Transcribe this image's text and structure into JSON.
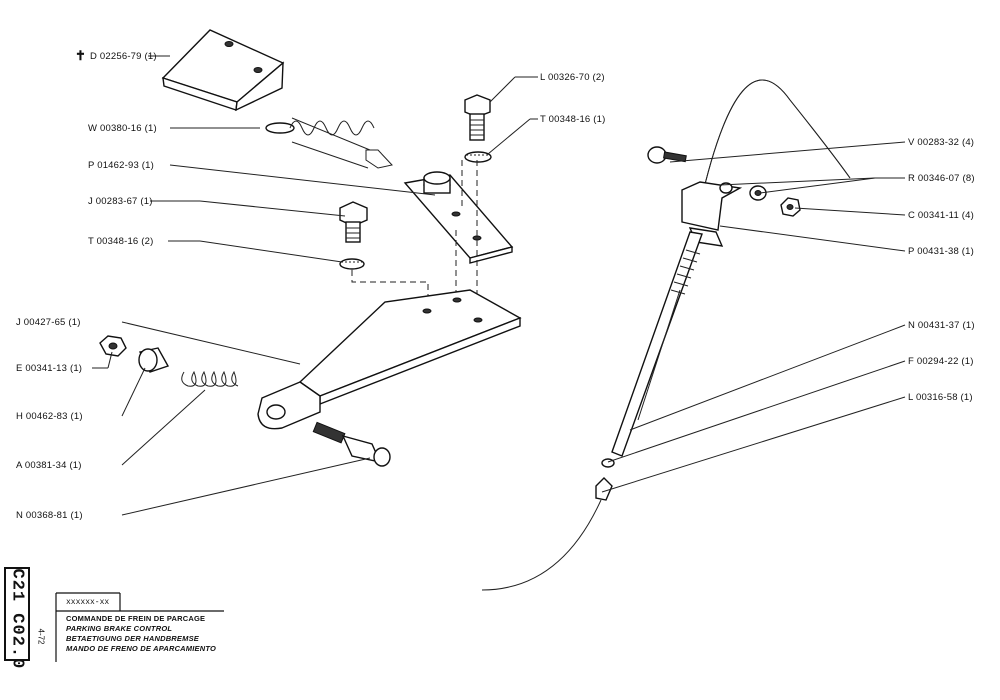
{
  "labels": {
    "d": "D 02256-79  (1)",
    "w": "W 00380-16  (1)",
    "p1": "P 01462-93  (1)",
    "j1": "J 00283-67  (1)",
    "t2": "T 00348-16  (2)",
    "l1": "L 00326-70  (2)",
    "t1": "T 00348-16  (1)",
    "j2": "J 00427-65  (1)",
    "e": "E 00341-13  (1)",
    "h": "H 00462-83  (1)",
    "a": "A 00381-34  (1)",
    "n1": "N 00368-81  (1)",
    "v": "V 00283-32  (4)",
    "r": "R 00346-07  (8)",
    "c": "C 00341-11  (4)",
    "p2": "P 00431-38  (1)",
    "n2": "N 00431-37  (1)",
    "f": "F 00294-22  (1)",
    "l2": "L 00316-58  (1)"
  },
  "cross_symbol": "✝",
  "title_block": {
    "reference": "xxxxxx-xx",
    "fr": "COMMANDE DE FREIN DE PARCAGE",
    "en": "PARKING BRAKE CONTROL",
    "de": "BETAETIGUNG DER HANDBREMSE",
    "es": "MANDO DE FRENO DE APARCAMIENTO",
    "sheet": "C21 C02.0",
    "date": "4-72"
  }
}
